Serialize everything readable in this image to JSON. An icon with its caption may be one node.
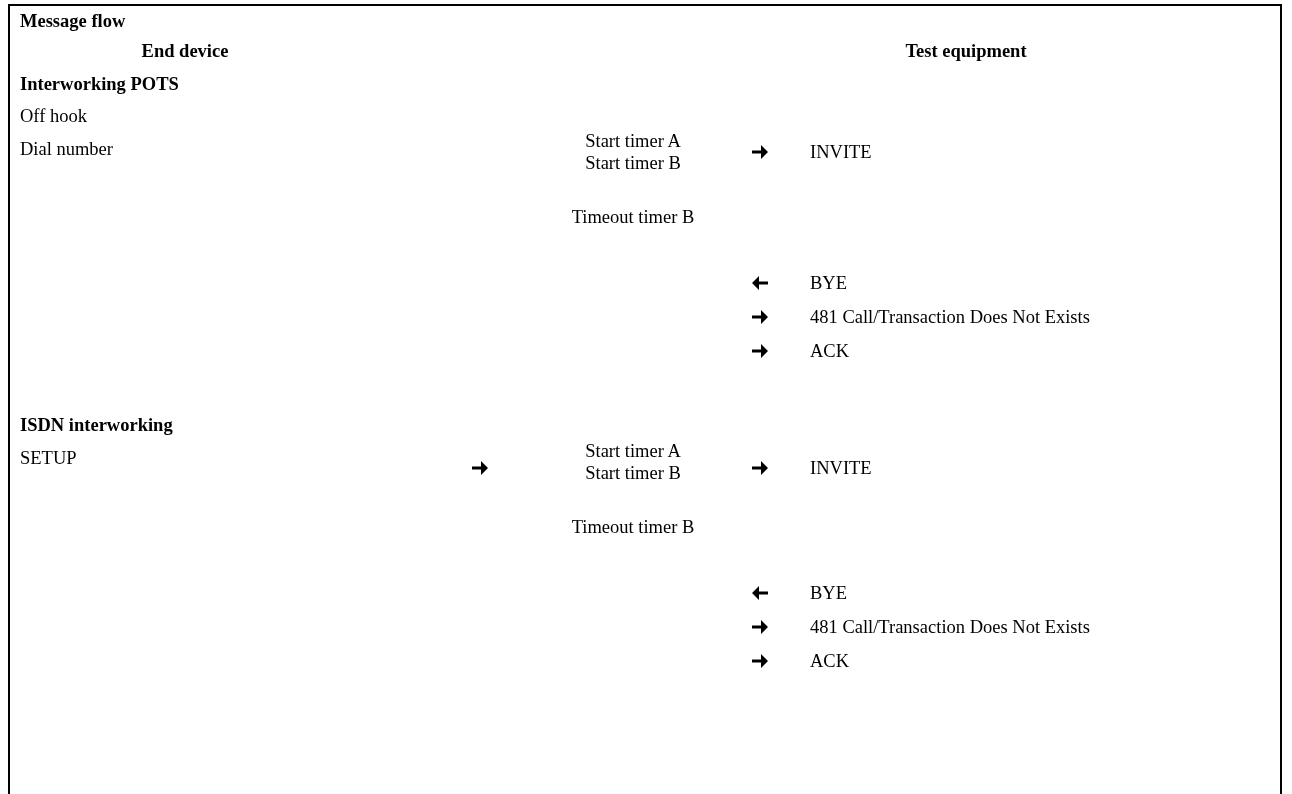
{
  "diagram": {
    "title": "Message flow",
    "labels": [
      "End device",
      "Test equipment",
      "Interworking POTS",
      "Off hook",
      "Dial number",
      "Start timer A",
      "Start timer B",
      "INVITE",
      "Timeout timer B",
      "BYE",
      "481 Call/Transaction Does Not Exists",
      "ACK",
      "ISDN interworking",
      "SETUP",
      "Start timer A",
      "Start timer B",
      "INVITE",
      "Timeout timer B",
      "BYE",
      "481 Call/Transaction Does Not Exists",
      "ACK"
    ]
  }
}
